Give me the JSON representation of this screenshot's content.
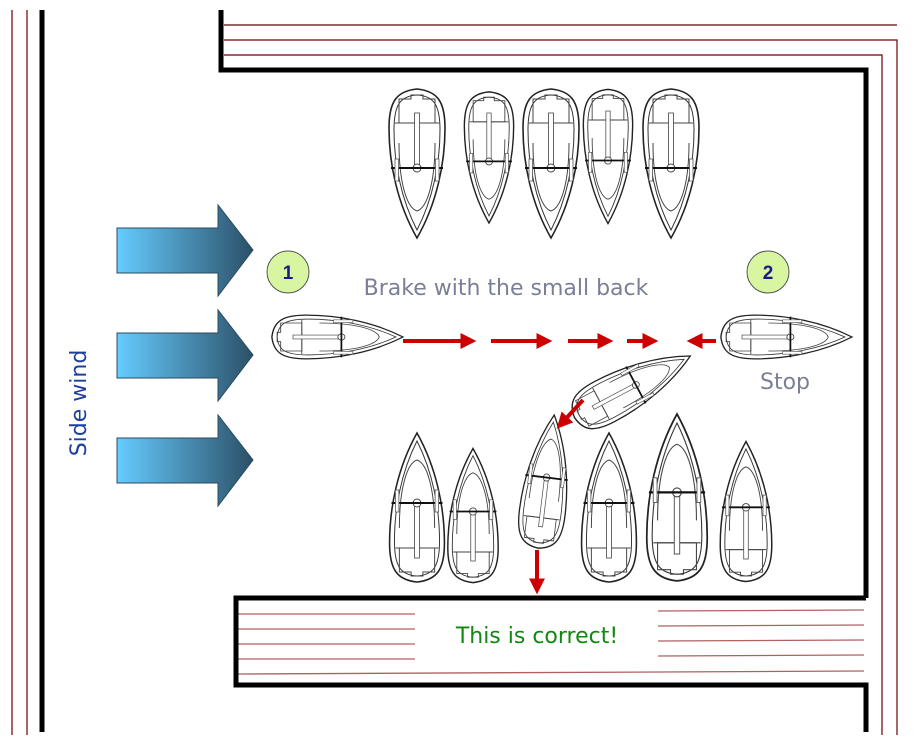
{
  "title": "Docking with side wind",
  "labels": {
    "side_wind": "Side wind",
    "brake": "Brake with the small back",
    "stop": "Stop",
    "correct": "This is correct!"
  },
  "steps": [
    {
      "number": "1"
    },
    {
      "number": "2"
    }
  ],
  "icons": {
    "wind_arrow": "right-arrow-gradient",
    "motion_arrow": "red-arrow",
    "boat": "sailboat-topview",
    "step_marker": "numbered-circle"
  },
  "colors": {
    "wall": "#000000",
    "quay_line": "#6b0000",
    "pier_line": "#b06060",
    "motion_arrow": "#cc0000",
    "wind_arrow_light": "#66ccff",
    "wind_arrow_dark": "#2b5068",
    "step_circle_fill": "#d8f5a2",
    "step_number": "#1a1a80",
    "side_wind_text": "#1f3fa0",
    "instruction_text": "#7a7f96",
    "correct_text": "#118811"
  },
  "boats": {
    "top_row_count": 5,
    "bottom_row_count": 6,
    "maneuvering_count": 4
  }
}
